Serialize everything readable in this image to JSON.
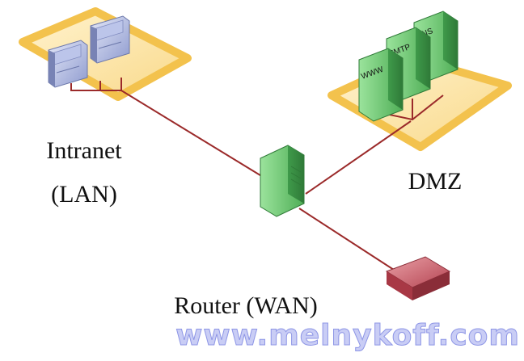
{
  "labels": {
    "intranet_line1": "Intranet",
    "intranet_line2": "(LAN)",
    "dmz": "DMZ",
    "router": "Router (WAN)"
  },
  "dmz_servers": [
    "WWW",
    "SMTP",
    "DNS"
  ],
  "watermark": "www.melnykoff.com",
  "colors": {
    "zone_fill": "#fde6a6",
    "zone_edge": "#f4c95a",
    "link_line": "#9b2a2a",
    "server_green": "#62c26a",
    "server_green_dark": "#3f9a4a",
    "pc_blue": "#9aa6d6",
    "router_red": "#b0464f"
  }
}
